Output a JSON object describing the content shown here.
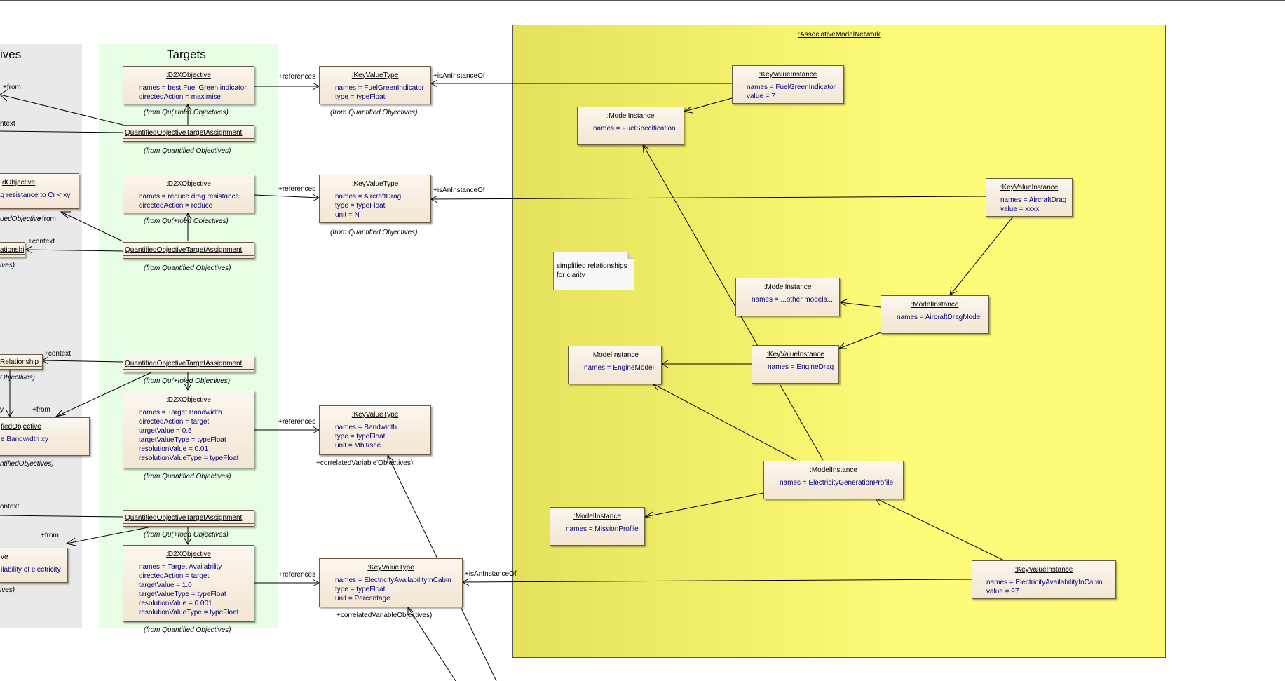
{
  "diagram_title": ":AssociativeModelNetwork",
  "lanes": {
    "objectives_title": "ives",
    "targets_title": "Targets"
  },
  "left_partial": {
    "box1_title": "dObjective",
    "box1_attr": "ag resistance to Cr < xy",
    "relationship1": "ationship",
    "relationship2": "Relationship",
    "box2_title": "fiedObjective",
    "box2_attr": "e Bandwidth xy",
    "box3_title": "ve",
    "box3_attr": "ilability of electricity",
    "caption_a": "uedObjective",
    "caption_b": "ives)",
    "caption_c": "Objectives)",
    "caption_d": "ntifiedObjectives)",
    "caption_e": "ives)",
    "label_from1": "+from",
    "label_text1": "ntext",
    "label_from2": "+from",
    "label_text2": "ontext",
    "label_y": "y",
    "label_from3": "+from",
    "label_from4": "+from"
  },
  "targets": {
    "obj1": {
      "title": ":D2XObjective",
      "attrs": [
        "names = best Fuel Green indicator",
        "directedAction = maximise"
      ],
      "caption": "(from Qu(+toed Objectives)"
    },
    "assign1": {
      "title": "QuantifiedObjectiveTargetAssignment",
      "caption": "(from Quantified Objectives)"
    },
    "obj2": {
      "title": ":D2XObjective",
      "attrs": [
        "names = reduce drag resistance",
        "directedAction = reduce"
      ],
      "caption": "(from Qu(+toed Objectives)"
    },
    "assign2": {
      "title": "QuantifiedObjectiveTargetAssignment",
      "caption": "(from Quantified Objectives)"
    },
    "assign3": {
      "title": "QuantifiedObjectiveTargetAssignment",
      "caption": "(from Qu(+toied Objectives)"
    },
    "obj3": {
      "title": ":D2XObjective",
      "attrs": [
        "names = Target Bandwidth",
        "directedAction = target",
        "targetValue = 0.5",
        "targetValueType = typeFloat",
        "resolutionValue = 0.01",
        "resolutionValueType = typeFloat"
      ],
      "caption": "(from Quantified Objectives)"
    },
    "assign4": {
      "title": "QuantifiedObjectiveTargetAssignment",
      "caption": "(from Qu(+toed Objectives)"
    },
    "obj4": {
      "title": ":D2XObjective",
      "attrs": [
        "names = Target Availability",
        "directedAction = target",
        "targetValue = 1.0",
        "targetValueType = typeFloat",
        "resolutionValue = 0.001",
        "resolutionValueType = typeFloat"
      ],
      "caption": "(from Quantified Objectives)"
    }
  },
  "kvtypes": {
    "kv1": {
      "title": ":KeyValueType",
      "attrs": [
        "names = FuelGreenIndicator",
        "type = typeFloat"
      ],
      "caption": "(from Quantified Objectives)"
    },
    "kv2": {
      "title": ":KeyValueType",
      "attrs": [
        "names = AircraftDrag",
        "type = typeFloat",
        "unit = N"
      ],
      "caption": "(from Quantified Objectives)"
    },
    "kv3": {
      "title": ":KeyValueType",
      "attrs": [
        "names = Bandwidth",
        "type = typeFloat",
        "unit = Mbit/sec"
      ],
      "caption": "+correlatedVariable'Objectives)"
    },
    "kv4": {
      "title": ":KeyValueType",
      "attrs": [
        "names = ElectricityAvailabilityInCabin",
        "type = typeFloat",
        "unit = Percentage"
      ],
      "caption": "+correlatedVariableObjectives)"
    }
  },
  "edge_labels": {
    "references": "+references",
    "isAnInstanceOf": "+isAnInstanceOf",
    "context": "+context",
    "from": "+from"
  },
  "network": {
    "kvi1": {
      "title": ":KeyValueInstance",
      "attrs": [
        "names = FuelGreenIndicator",
        "value = 7"
      ]
    },
    "mi_fuel": {
      "title": ":ModelInstance",
      "attrs": [
        "names = FuelSpecification"
      ]
    },
    "kvi2": {
      "title": ":KeyValueInstance",
      "attrs": [
        "names = AircraftDrag",
        "value = xxxx"
      ]
    },
    "note": {
      "lines": [
        "simplified relationships",
        "for clarity"
      ]
    },
    "mi_other": {
      "title": ":ModelInstance",
      "attrs": [
        "names = ...other models..."
      ]
    },
    "mi_drag": {
      "title": ":ModelInstance",
      "attrs": [
        "names = AircraftDragModel"
      ]
    },
    "mi_engine": {
      "title": ":ModelInstance",
      "attrs": [
        "names = EngineModel"
      ]
    },
    "kvi_engine": {
      "title": ":KeyValueInstance",
      "attrs": [
        "names = EngineDrag"
      ]
    },
    "mi_elec": {
      "title": ":ModelInstance",
      "attrs": [
        "names = ElectricityGenerationProfile"
      ]
    },
    "mi_mission": {
      "title": ":ModelInstance",
      "attrs": [
        "names = MissionProfile"
      ]
    },
    "kvi3": {
      "title": ":KeyValueInstance",
      "attrs": [
        "names = ElectricityAvailabilityInCabin",
        "value = 97"
      ]
    }
  }
}
